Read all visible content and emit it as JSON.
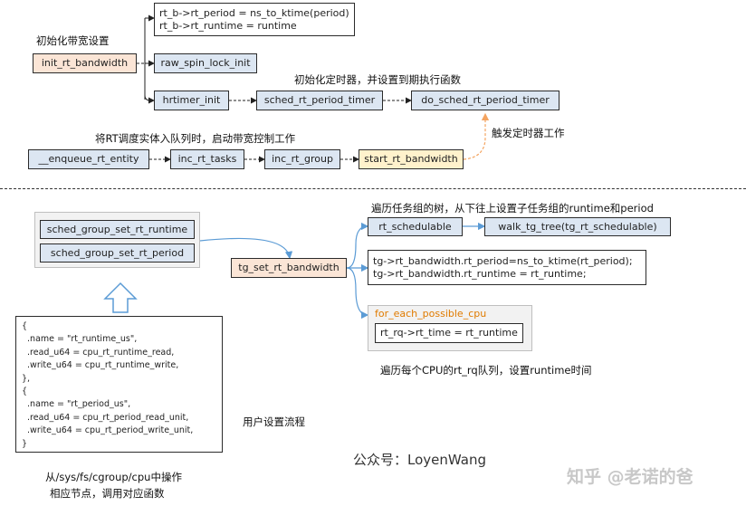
{
  "top": {
    "label_init_bw": "初始化带宽设置",
    "init_rt_bandwidth": "init_rt_bandwidth",
    "rt_b_line1": "rt_b->rt_period = ns_to_ktime(period)",
    "rt_b_line2": "rt_b->rt_runtime = runtime",
    "raw_spin_lock_init": "raw_spin_lock_init",
    "label_init_timer": "初始化定时器，并设置到期执行函数",
    "hrtimer_init": "hrtimer_init",
    "sched_rt_period_timer": "sched_rt_period_timer",
    "do_sched_rt_period_timer": "do_sched_rt_period_timer",
    "label_enqueue": "将RT调度实体入队列时，启动带宽控制工作",
    "label_trigger": "触发定时器工作",
    "enqueue_rt_entity": "__enqueue_rt_entity",
    "inc_rt_tasks": "inc_rt_tasks",
    "inc_rt_group": "inc_rt_group",
    "start_rt_bandwidth": "start_rt_bandwidth"
  },
  "bottom": {
    "sched_group_set_rt_runtime": "sched_group_set_rt_runtime",
    "sched_group_set_rt_period": "sched_group_set_rt_period",
    "tg_set_rt_bandwidth": "tg_set_rt_bandwidth",
    "label_walk": "遍历任务组的树，从下往上设置子任务组的runtime和period",
    "rt_schedulable": "rt_schedulable",
    "walk_tg_tree": "walk_tg_tree(tg_rt_schedulable)",
    "tg_line1": "tg->rt_bandwidth.rt_period=ns_to_ktime(rt_period);",
    "tg_line2": "tg->rt_bandwidth.rt_runtime = rt_runtime;",
    "for_each_possible_cpu": "for_each_possible_cpu",
    "rt_rq_time": "rt_rq->rt_time = rt_runtime",
    "label_cpu": "遍历每个CPU的rt_rq队列，设置runtime时间",
    "code": "{\n  .name = \"rt_runtime_us\",\n  .read_u64 = cpu_rt_runtime_read,\n  .write_u64 = cpu_rt_runtime_write,\n},\n{\n  .name = \"rt_period_us\",\n  .read_u64 = cpu_rt_period_read_unit,\n  .write_u64 = cpu_rt_period_write_unit,\n}",
    "label_cgroup_line1": "从/sys/fs/cgroup/cpu中操作",
    "label_cgroup_line2": "相应节点，调用对应函数",
    "label_user_flow": "用户设置流程"
  },
  "author": "公众号：LoyenWang",
  "watermark": "知乎 @老诺的爸",
  "colors": {
    "box_blue": "#dce6f2",
    "box_peach": "#fbe5d6",
    "box_yellow": "#fff2cc",
    "arrow_orange": "#f4a460",
    "arrow_blue": "#5b9bd5",
    "label_orange": "#e07b00"
  }
}
